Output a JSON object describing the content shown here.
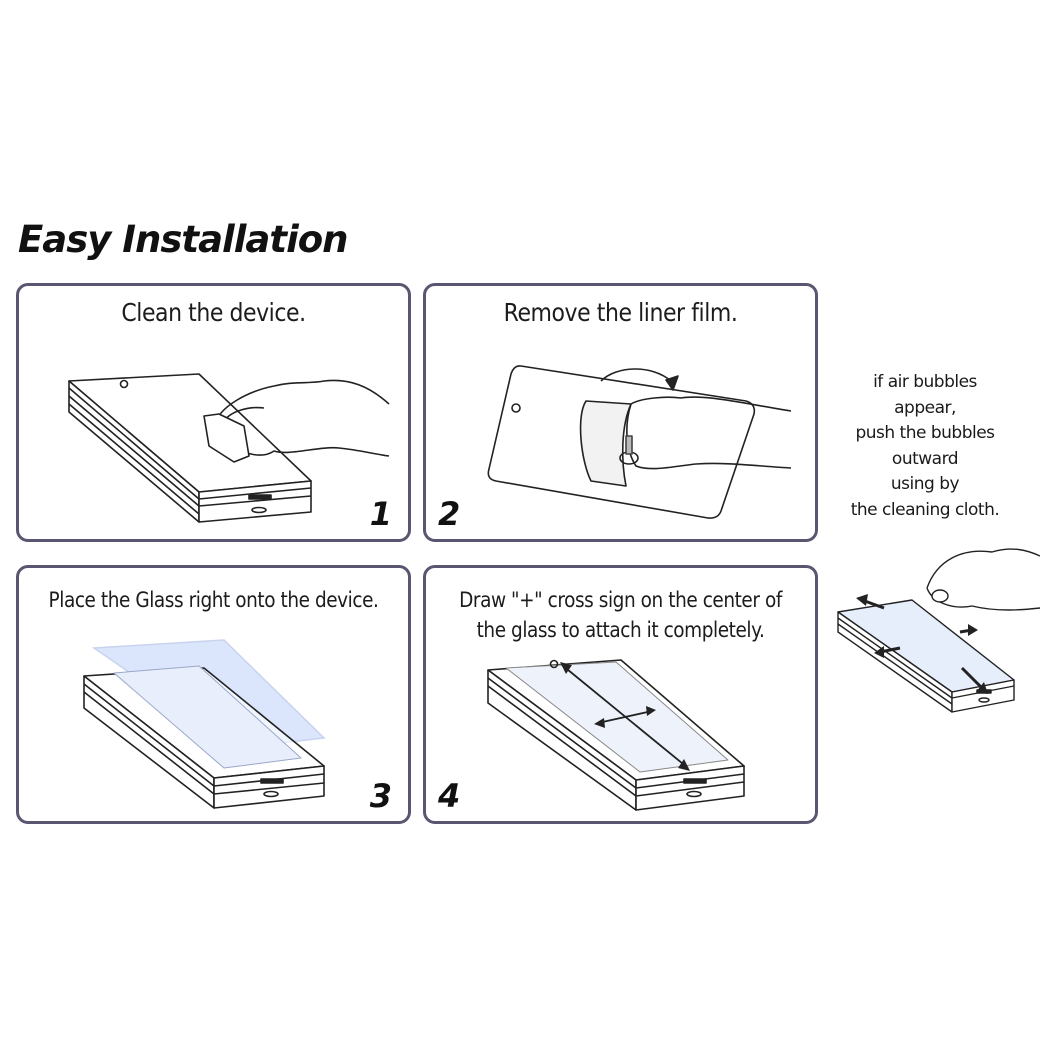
{
  "title": "Easy Installation",
  "steps": [
    {
      "caption": "Clean the device.",
      "number": "1"
    },
    {
      "caption": "Remove the liner film.",
      "number": "2"
    },
    {
      "caption": "Place the Glass right onto the device.",
      "number": "3"
    },
    {
      "caption_lines": [
        "Draw \"+\" cross sign on the center of",
        "the glass to attach it  completely."
      ],
      "number": "4"
    }
  ],
  "side_note": {
    "lines": [
      "if air bubbles",
      "appear,",
      "push the bubbles",
      "outward",
      "using by",
      "the cleaning cloth."
    ]
  },
  "colors": {
    "panel_border": "#5a5570",
    "glass_tint": "#dbe5fb",
    "line_art": "#222222"
  }
}
